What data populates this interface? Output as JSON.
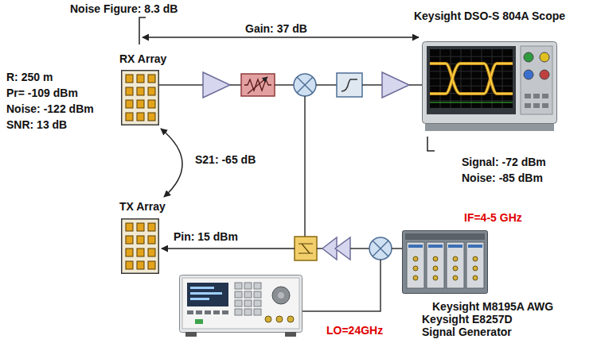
{
  "diagram": {
    "nodes": [
      {
        "text": [
          "RX Array"
        ]
      },
      {
        "text": [
          "TX Array"
        ]
      },
      {
        "text": [
          "Keysight DSO-S 804A Scope"
        ]
      },
      {
        "text": [
          "Keysight M8195A AWG"
        ]
      },
      {
        "text": [
          "Keysight E8257D Signal Generator"
        ]
      }
    ],
    "edges": [
      {
        "from": 0,
        "to": 1,
        "label": "S21: -65 dB",
        "arrow": "both"
      }
    ],
    "labels": [
      "Noise Figure: 8.3 dB",
      "Gain: 37 dB",
      "R: 250 m",
      "Pr= -109 dBm",
      "Noise: -122 dBm",
      "SNR: 13 dB",
      "Signal: -72 dBm",
      "Noise: -85 dBm",
      "Pin: 15 dBm",
      "IF=4-5 GHz",
      "LO=24GHz"
    ]
  }
}
